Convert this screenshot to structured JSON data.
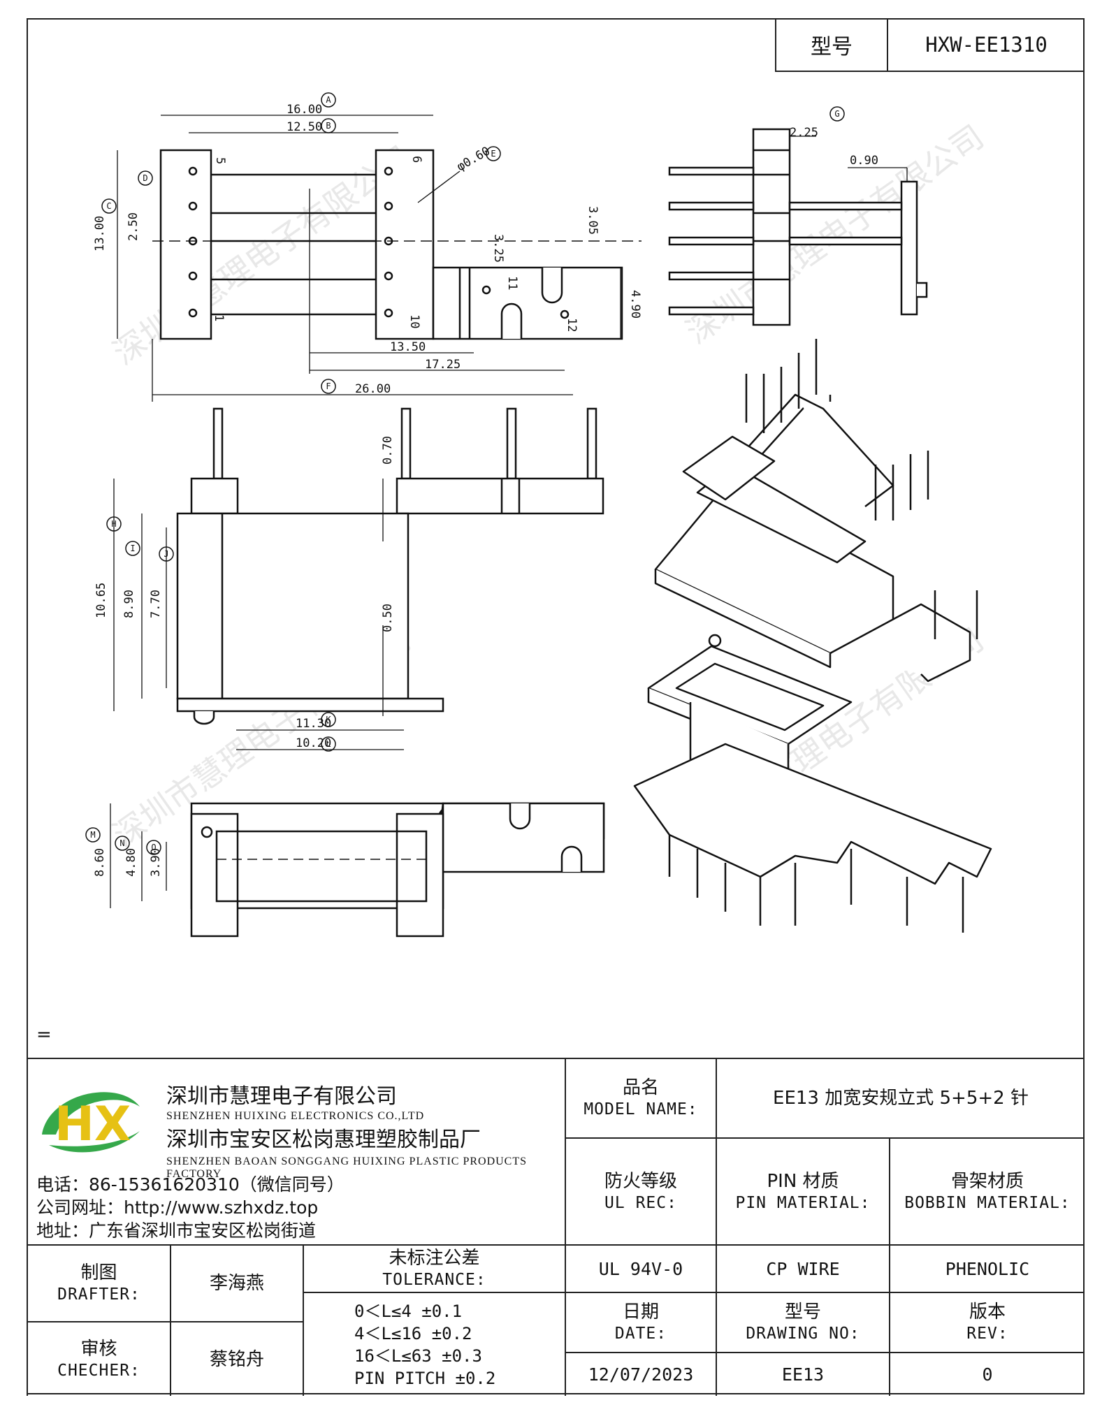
{
  "header": {
    "model_label": "型号",
    "model_value": "HXW-EE1310"
  },
  "watermark": "深圳市慧理电子有限公司",
  "drawing": {
    "top_view": {
      "dims": [
        "16.00",
        "12.50",
        "13.00",
        "2.50",
        "φ0.60",
        "3.25",
        "3.05",
        "4.90",
        "13.50",
        "17.25",
        "26.00"
      ],
      "pins": [
        "5",
        "6",
        "1",
        "10",
        "11",
        "12"
      ]
    },
    "side_view": {
      "dims": [
        "2.25",
        "0.90"
      ]
    },
    "front_view": {
      "dims": [
        "0.70",
        "10.65",
        "8.90",
        "7.70",
        "0.50"
      ]
    },
    "bottom_view": {
      "dims": [
        "11.30",
        "10.20",
        "8.60",
        "4.80",
        "3.90"
      ]
    },
    "circle_marks": {
      "A": "A",
      "B": "B",
      "C": "C",
      "D": "D",
      "E": "E",
      "F": "F",
      "G": "G",
      "H": "H",
      "I": "I",
      "J": "J",
      "K": "K",
      "L": "L",
      "M": "M",
      "N": "N",
      "O": "O"
    }
  },
  "equals_mark": "=",
  "company": {
    "name_cn": "深圳市慧理电子有限公司",
    "name_en": "SHENZHEN HUIXING ELECTRONICS CO.,LTD",
    "factory_cn": "深圳市宝安区松岗惠理塑胶制品厂",
    "factory_en": "SHENZHEN BAOAN SONGGANG HUIXING PLASTIC PRODUCTS FACTORY",
    "phone": "电话：86-15361620310（微信同号）",
    "website": "公司网址：http://www.szhxdz.top",
    "address": "地址：广东省深圳市宝安区松岗街道",
    "logo_text": "HX"
  },
  "title_block": {
    "model_name_label_cn": "品名",
    "model_name_label_en": "MODEL NAME:",
    "model_name_value": "EE13 加宽安规立式 5+5+2 针",
    "ul_label_cn": "防火等级",
    "ul_label_en": "UL REC:",
    "pin_label_cn": "PIN 材质",
    "pin_label_en": "PIN MATERIAL:",
    "bobbin_label_cn": "骨架材质",
    "bobbin_label_en": "BOBBIN MATERIAL:",
    "ul_value": "UL 94V-0",
    "pin_value": "CP WIRE",
    "bobbin_value": "PHENOLIC",
    "drafter_label_cn": "制图",
    "drafter_label_en": "DRAFTER:",
    "drafter_value": "李海燕",
    "checker_label_cn": "审核",
    "checker_label_en": "CHECHER:",
    "checker_value": "蔡铭舟",
    "tolerance_label_cn": "未标注公差",
    "tolerance_label_en": "TOLERANCE:",
    "tolerance_rows": [
      "0＜L≤4  ±0.1",
      "4＜L≤16 ±0.2",
      "16＜L≤63 ±0.3",
      "PIN PITCH ±0.2"
    ],
    "date_label_cn": "日期",
    "date_label_en": "DATE:",
    "drawing_no_label_cn": "型号",
    "drawing_no_label_en": "DRAWING NO:",
    "rev_label_cn": "版本",
    "rev_label_en": "REV:",
    "date_value": "12/07/2023",
    "drawing_no_value": "EE13",
    "rev_value": "0"
  }
}
